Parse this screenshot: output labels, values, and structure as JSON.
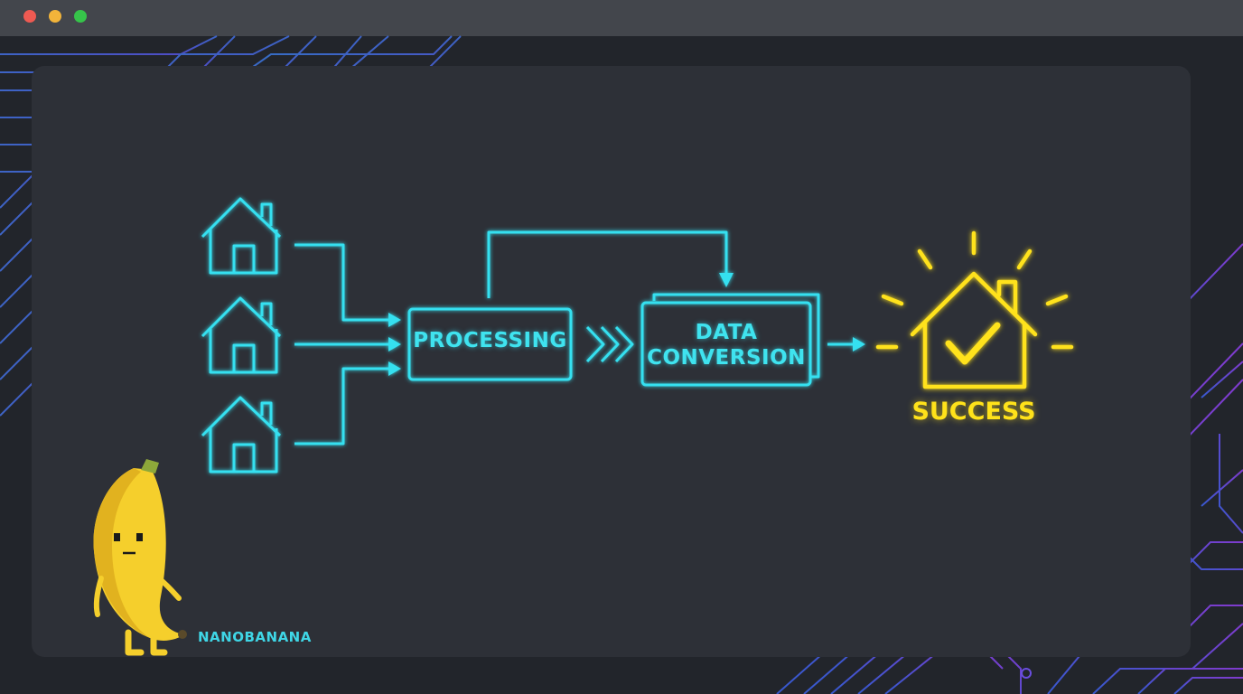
{
  "window": {
    "controls": [
      "close",
      "minimize",
      "maximize"
    ]
  },
  "diagram": {
    "inputs": [
      {
        "icon": "house-icon"
      },
      {
        "icon": "house-icon"
      },
      {
        "icon": "house-icon"
      }
    ],
    "processing_label": "PROCESSING",
    "conversion_label_line1": "DATA",
    "conversion_label_line2": "CONVERSION",
    "result_icon": "house-check-icon",
    "result_label": "SUCCESS",
    "colors": {
      "accent": "#3fe3ef",
      "success": "#ffe21a",
      "circuit_blue": "#2f7fd6",
      "circuit_purple": "#7a3ed6"
    }
  },
  "mascot": {
    "icon": "banana-mascot-icon",
    "label": "NANOBANANA"
  }
}
